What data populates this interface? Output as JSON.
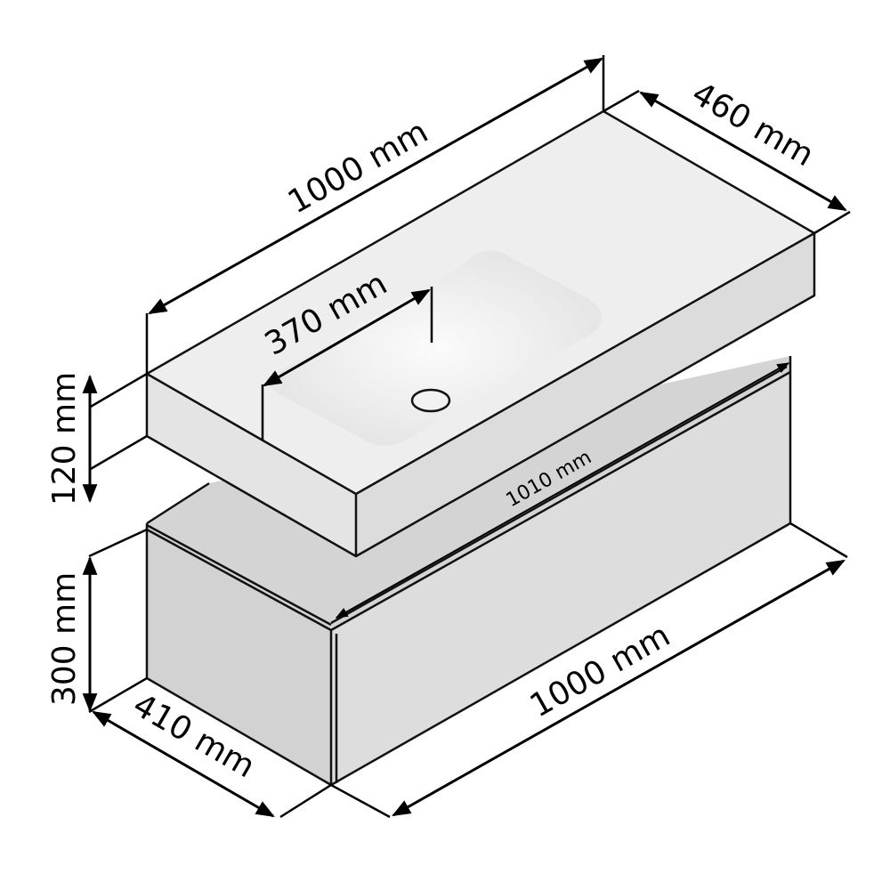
{
  "colors": {
    "top_face": "#eeeeee",
    "front_face": "#e4e4e4",
    "side_face": "#dcdcdc",
    "basin": "#f7f7f7",
    "cabinet_front": "#dddddd",
    "cabinet_top": "#d4d4d4",
    "cabinet_side": "#d2d2d2",
    "line": "#111111"
  },
  "dimensions": {
    "countertop_length": "1000 mm",
    "countertop_depth": "460 mm",
    "basin_width": "370 mm",
    "countertop_height": "120 mm",
    "cabinet_top_length": "1010 mm",
    "cabinet_height": "300 mm",
    "cabinet_depth": "410 mm",
    "cabinet_length": "1000 mm"
  }
}
